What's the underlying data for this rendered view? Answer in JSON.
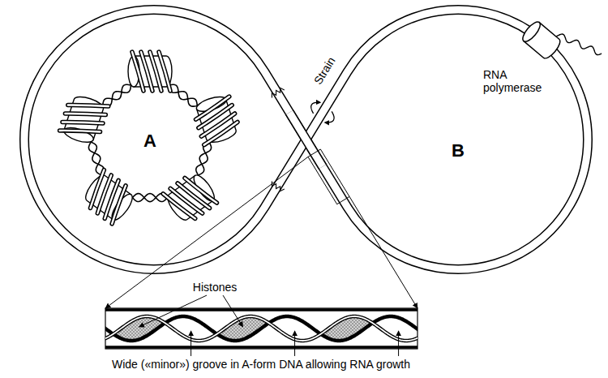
{
  "diagram": {
    "labels": [
      "A",
      "B",
      "Strain",
      "RNA polymerase",
      "Histones",
      "Wide («minor») groove in A-form DNA allowing RNA growth"
    ]
  }
}
